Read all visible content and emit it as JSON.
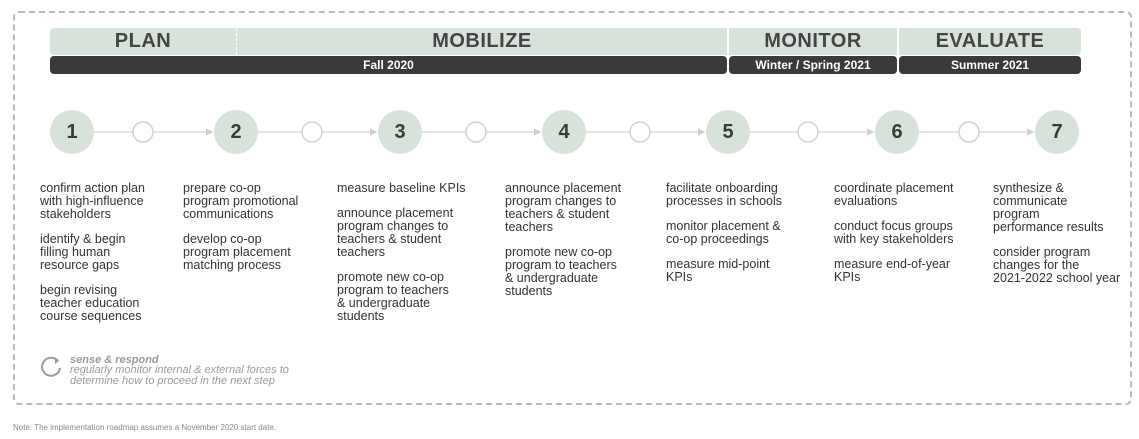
{
  "phases": {
    "plan": "PLAN",
    "mobilize": "MOBILIZE",
    "monitor": "MONITOR",
    "evaluate": "EVALUATE"
  },
  "dates": {
    "fall": "Fall 2020",
    "winter_spring": "Winter / Spring 2021",
    "summer": "Summer 2021"
  },
  "steps": [
    "1",
    "2",
    "3",
    "4",
    "5",
    "6",
    "7"
  ],
  "columns": [
    {
      "items": [
        "confirm action plan\nwith high-influence\nstakeholders",
        "identify & begin\nfilling human\nresource gaps",
        "begin revising\nteacher education\ncourse sequences"
      ]
    },
    {
      "items": [
        "prepare co-op\nprogram promotional\ncommunications",
        "develop co-op\nprogram placement\nmatching process"
      ]
    },
    {
      "items": [
        "measure baseline KPIs",
        "announce placement\nprogram changes to\nteachers & student\nteachers",
        "promote new co-op\nprogram to teachers\n& undergraduate\nstudents"
      ]
    },
    {
      "items": [
        "announce placement\nprogram changes to\nteachers & student\nteachers",
        "promote new co-op\nprogram to teachers\n& undergraduate\nstudents"
      ]
    },
    {
      "items": [
        "facilitate onboarding\nprocesses in schools",
        "monitor placement &\nco-op proceedings",
        "measure mid-point\nKPIs"
      ]
    },
    {
      "items": [
        "coordinate placement\nevaluations",
        "conduct focus groups\nwith key stakeholders",
        "measure end-of-year\nKPIs"
      ]
    },
    {
      "items": [
        "synthesize &\ncommunicate\nprogram\nperformance results",
        "consider program\nchanges for the\n2021-2022 school year"
      ]
    }
  ],
  "legend": {
    "title": "sense & respond",
    "description": "regularly monitor internal & external forces to determine how to proceed in the next step",
    "icon": "cycle-icon"
  },
  "note": "Note: The implementation roadmap assumes a November 2020 start date.",
  "colors": {
    "phase_bg": "#d7e2da",
    "date_bg": "#3a3a3a",
    "muted": "#9a9a9a"
  }
}
